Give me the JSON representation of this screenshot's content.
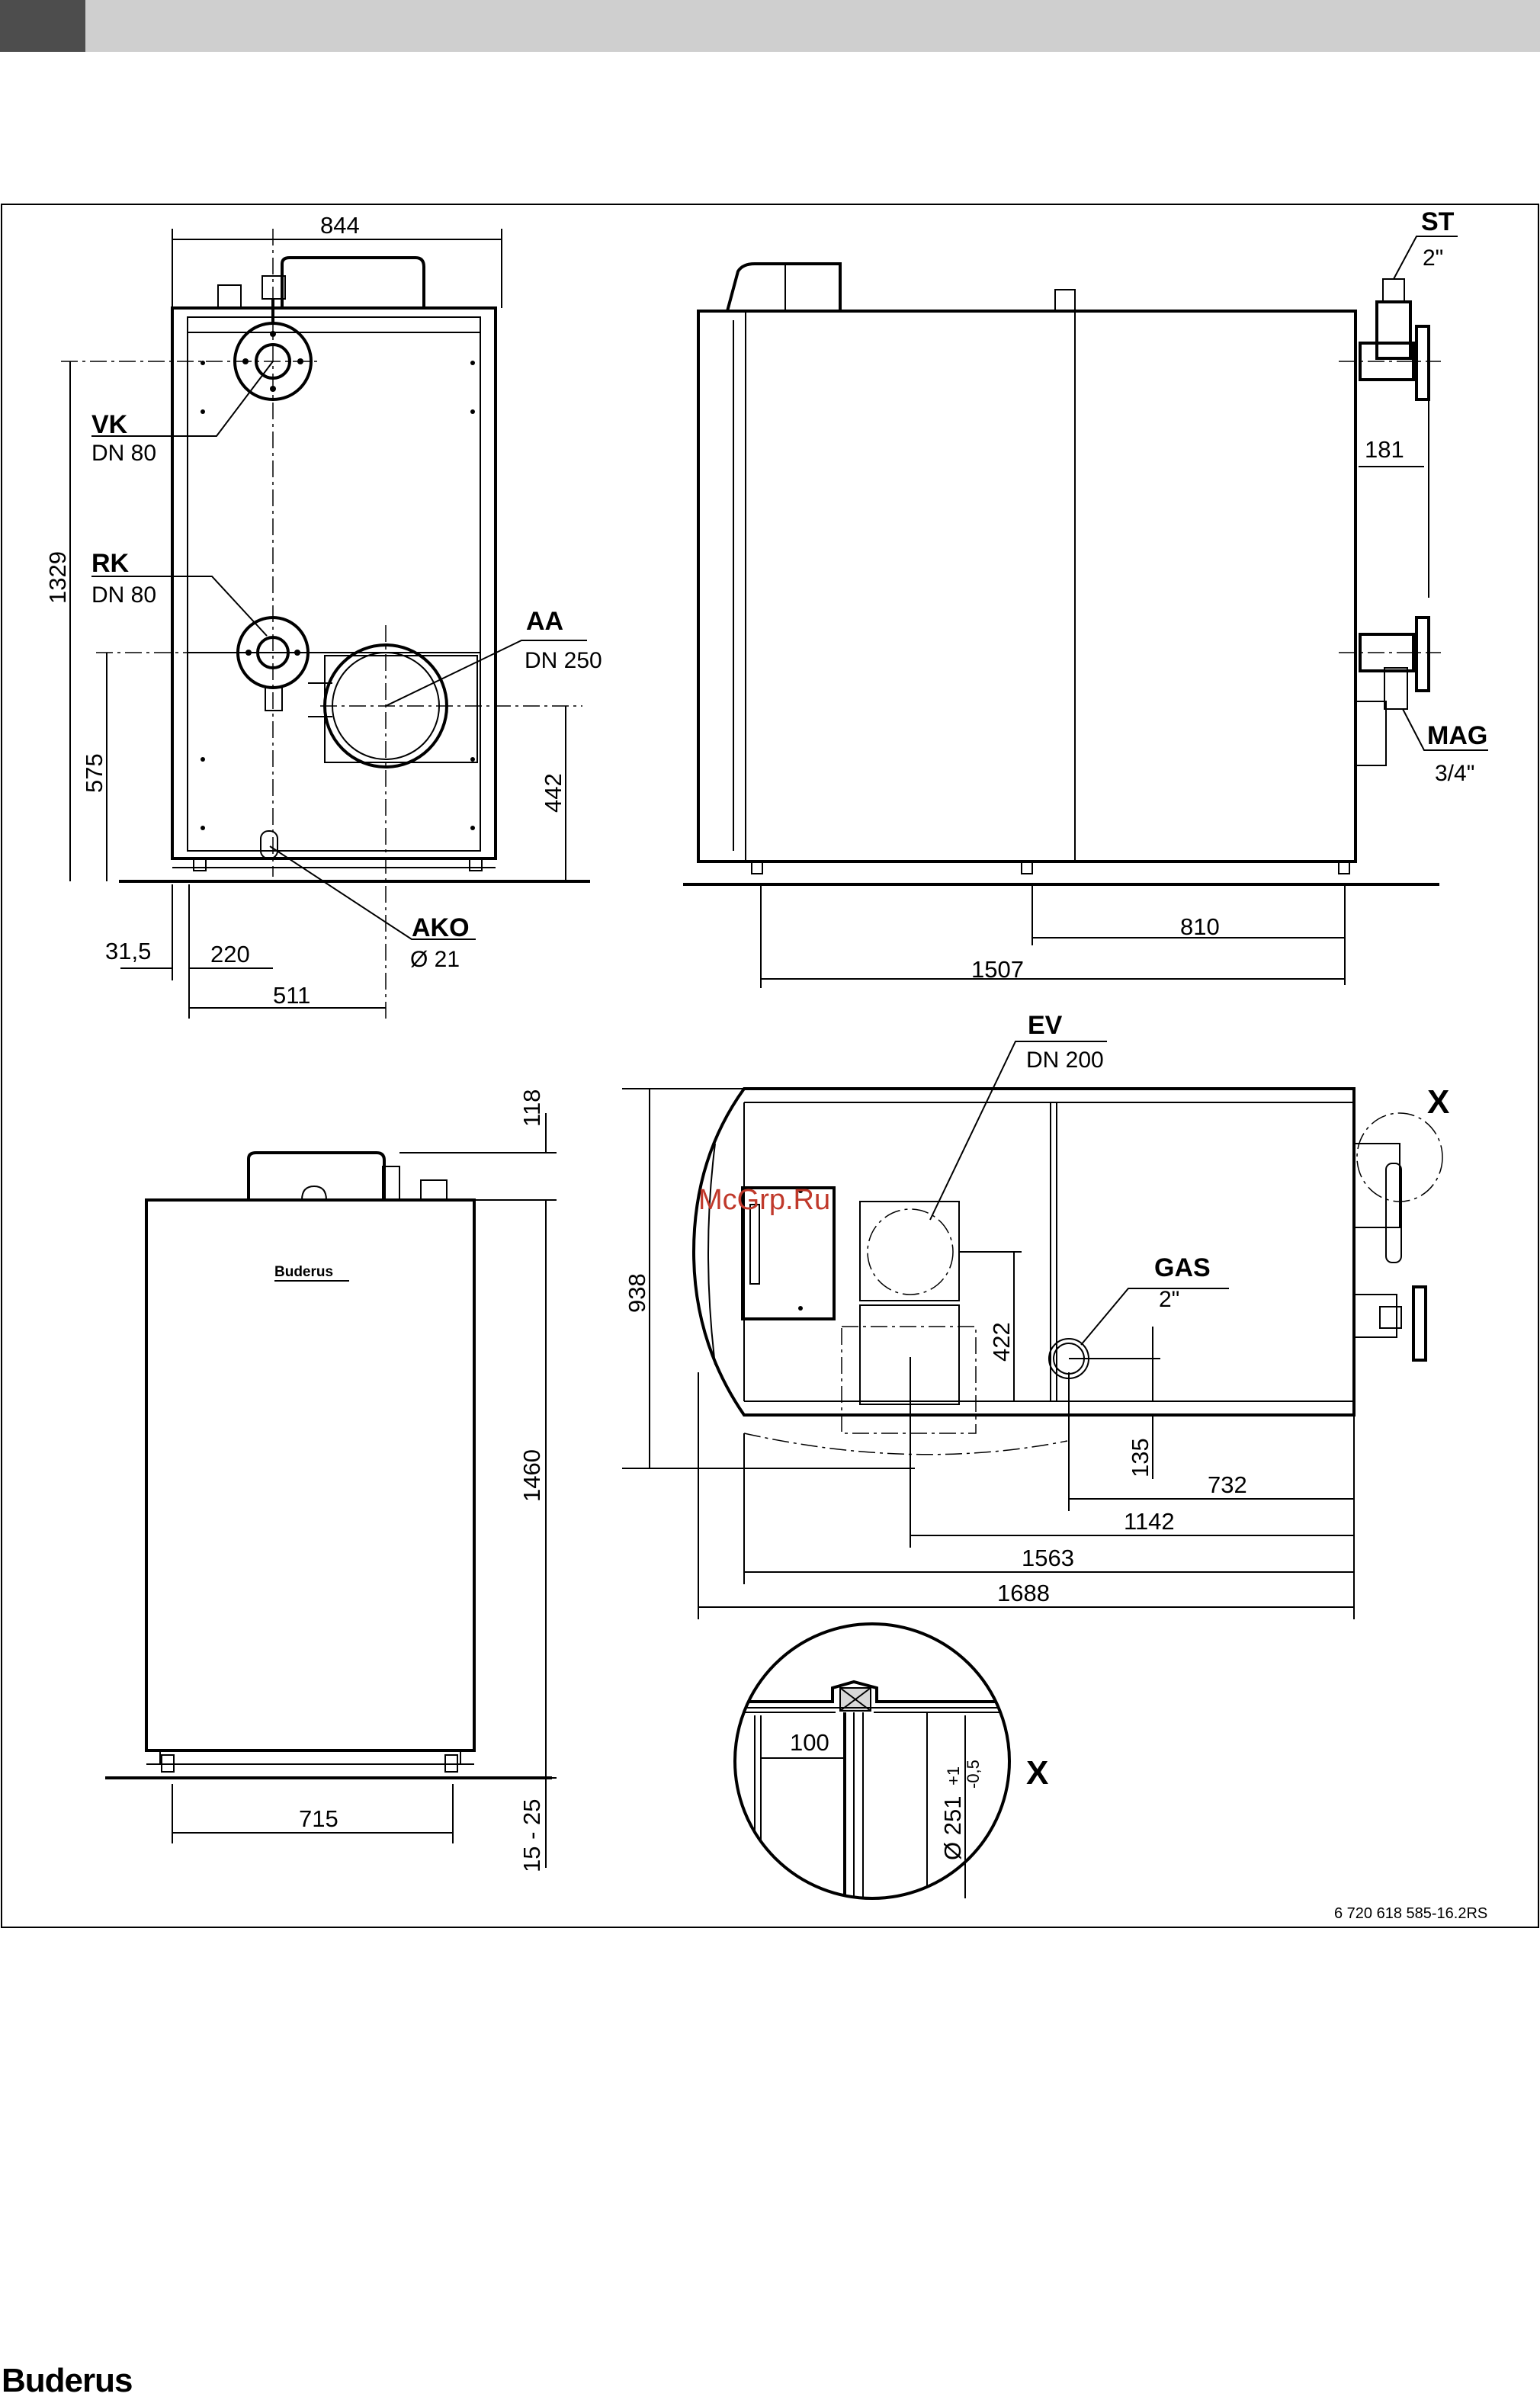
{
  "brand": "Buderus",
  "watermark": "McGrp.Ru",
  "drawing_ref": "6 720 618 585-16.2RS",
  "front_view": {
    "width": "844",
    "vk": {
      "code": "VK",
      "size": "DN 80"
    },
    "rk": {
      "code": "RK",
      "size": "DN 80"
    },
    "aa": {
      "code": "AA",
      "size": "DN 250"
    },
    "ako": {
      "code": "AKO",
      "size": "Ø 21"
    },
    "height_total": "1329",
    "height_rk": "575",
    "height_aa": "442",
    "offset_left": "31,5",
    "offset_ako": "220",
    "offset_aa": "511"
  },
  "side_view": {
    "st": {
      "code": "ST",
      "size": "2\""
    },
    "mag": {
      "code": "MAG",
      "size": "3/4\""
    },
    "dim_181": "181",
    "dim_810": "810",
    "dim_1507": "1507"
  },
  "cased_view": {
    "casing_brand": "Buderus",
    "dim_118": "118",
    "dim_1460": "1460",
    "dim_715": "715",
    "dim_feet": "15 - 25"
  },
  "top_view": {
    "ev": {
      "code": "EV",
      "size": "DN 200"
    },
    "gas": {
      "code": "GAS",
      "size": "2\""
    },
    "detail_mark": "X",
    "dim_938": "938",
    "dim_422": "422",
    "dim_135": "135",
    "dim_732": "732",
    "dim_1142": "1142",
    "dim_1563": "1563",
    "dim_1688": "1688"
  },
  "detail_x": {
    "mark": "X",
    "dim_100": "100",
    "dim_dia": "Ø 251",
    "tol_upper": "+1",
    "tol_lower": "-0,5"
  }
}
